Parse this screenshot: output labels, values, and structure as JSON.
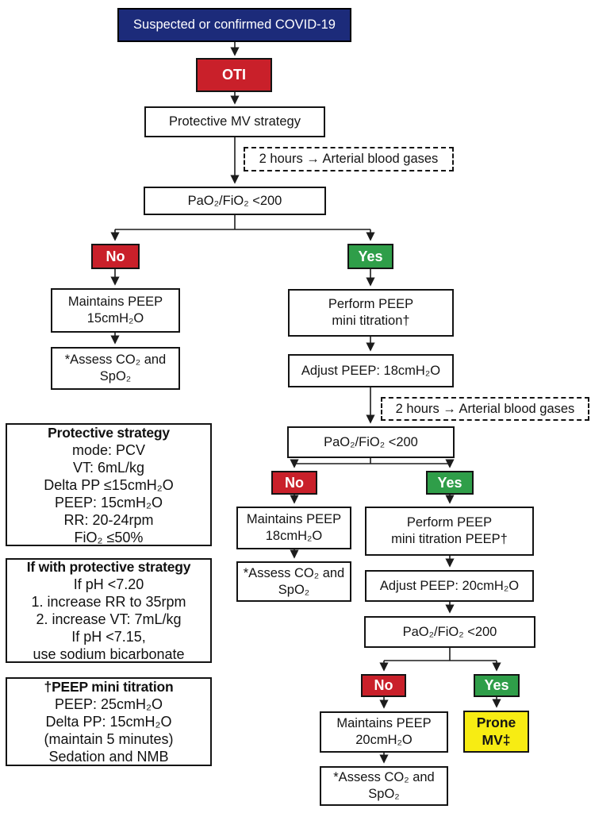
{
  "colors": {
    "navy": "#1c2b7a",
    "red": "#c9202a",
    "green": "#2f9e49",
    "yellow": "#f7ec13"
  },
  "nodes": {
    "start": "Suspected or confirmed COVID-19",
    "oti": "OTI",
    "protective_mv": "Protective MV strategy",
    "abg_note_1": "2 hours → Arterial blood gases",
    "pf_check_1": "PaO₂/FiO₂ <200",
    "no_1": "No",
    "yes_1": "Yes",
    "maintains_peep_15": "Maintains PEEP\n15cmH₂O",
    "assess_1": "*Assess CO₂ and\nSpO₂",
    "perform_titration_1": "Perform PEEP\nmini titration†",
    "adjust_peep_18": "Adjust PEEP: 18cmH₂O",
    "abg_note_2": "2 hours → Arterial blood gases",
    "pf_check_2": "PaO₂/FiO₂ <200",
    "no_2": "No",
    "yes_2": "Yes",
    "maintains_peep_18": "Maintains PEEP\n18cmH₂O",
    "assess_2": "*Assess CO₂ and\nSpO₂",
    "perform_titration_2": "Perform PEEP\nmini titration PEEP†",
    "adjust_peep_20": "Adjust PEEP: 20cmH₂O",
    "pf_check_3": "PaO₂/FiO₂ <200",
    "no_3": "No",
    "yes_3": "Yes",
    "maintains_peep_20": "Maintains PEEP\n20cmH₂O",
    "prone_mv": "Prone\nMV‡",
    "assess_3": "*Assess CO₂ and\nSpO₂"
  },
  "side_boxes": [
    {
      "title": "Protective strategy",
      "body": "mode: PCV\nVT: 6mL/kg\nDelta PP ≤15cmH₂O\nPEEP: 15cmH₂O\nRR: 20-24rpm\nFiO₂ ≤50%"
    },
    {
      "title": "If with protective strategy",
      "body": "If pH <7.20\n1. increase RR to 35rpm\n2. increase VT: 7mL/kg\nIf pH <7.15,\nuse sodium bicarbonate"
    },
    {
      "title": "†PEEP mini titration",
      "body": "PEEP: 25cmH₂O\nDelta PP: 15cmH₂O\n(maintain 5 minutes)\nSedation and NMB"
    }
  ]
}
